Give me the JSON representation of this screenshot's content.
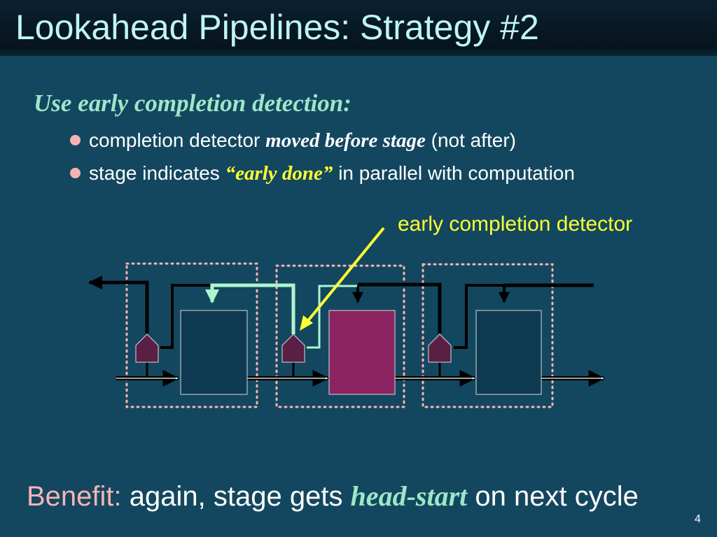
{
  "title": "Lookahead Pipelines:  Strategy #2",
  "subheading": "Use early completion detection:",
  "bullets": [
    {
      "pre": "completion detector ",
      "emph": "moved before stage",
      "post": " (not after)"
    },
    {
      "pre": "stage indicates ",
      "emph": "“early done”",
      "post": " in parallel with computation"
    }
  ],
  "callout": "early completion detector",
  "benefit": {
    "label": "Benefit:",
    "pre": " again, stage gets ",
    "emph": "head-start",
    "post": " on next cycle"
  },
  "page_number": "4",
  "colors": {
    "background": "#13475f",
    "title_text": "#bff4f4",
    "highlight_green": "#9ee6c8",
    "callout_yellow": "#ffff33",
    "bullet_pink": "#f5b4b4",
    "active_stage": "#8b2461",
    "idle_stage": "#0d3a50",
    "detector": "#5a1f45"
  }
}
